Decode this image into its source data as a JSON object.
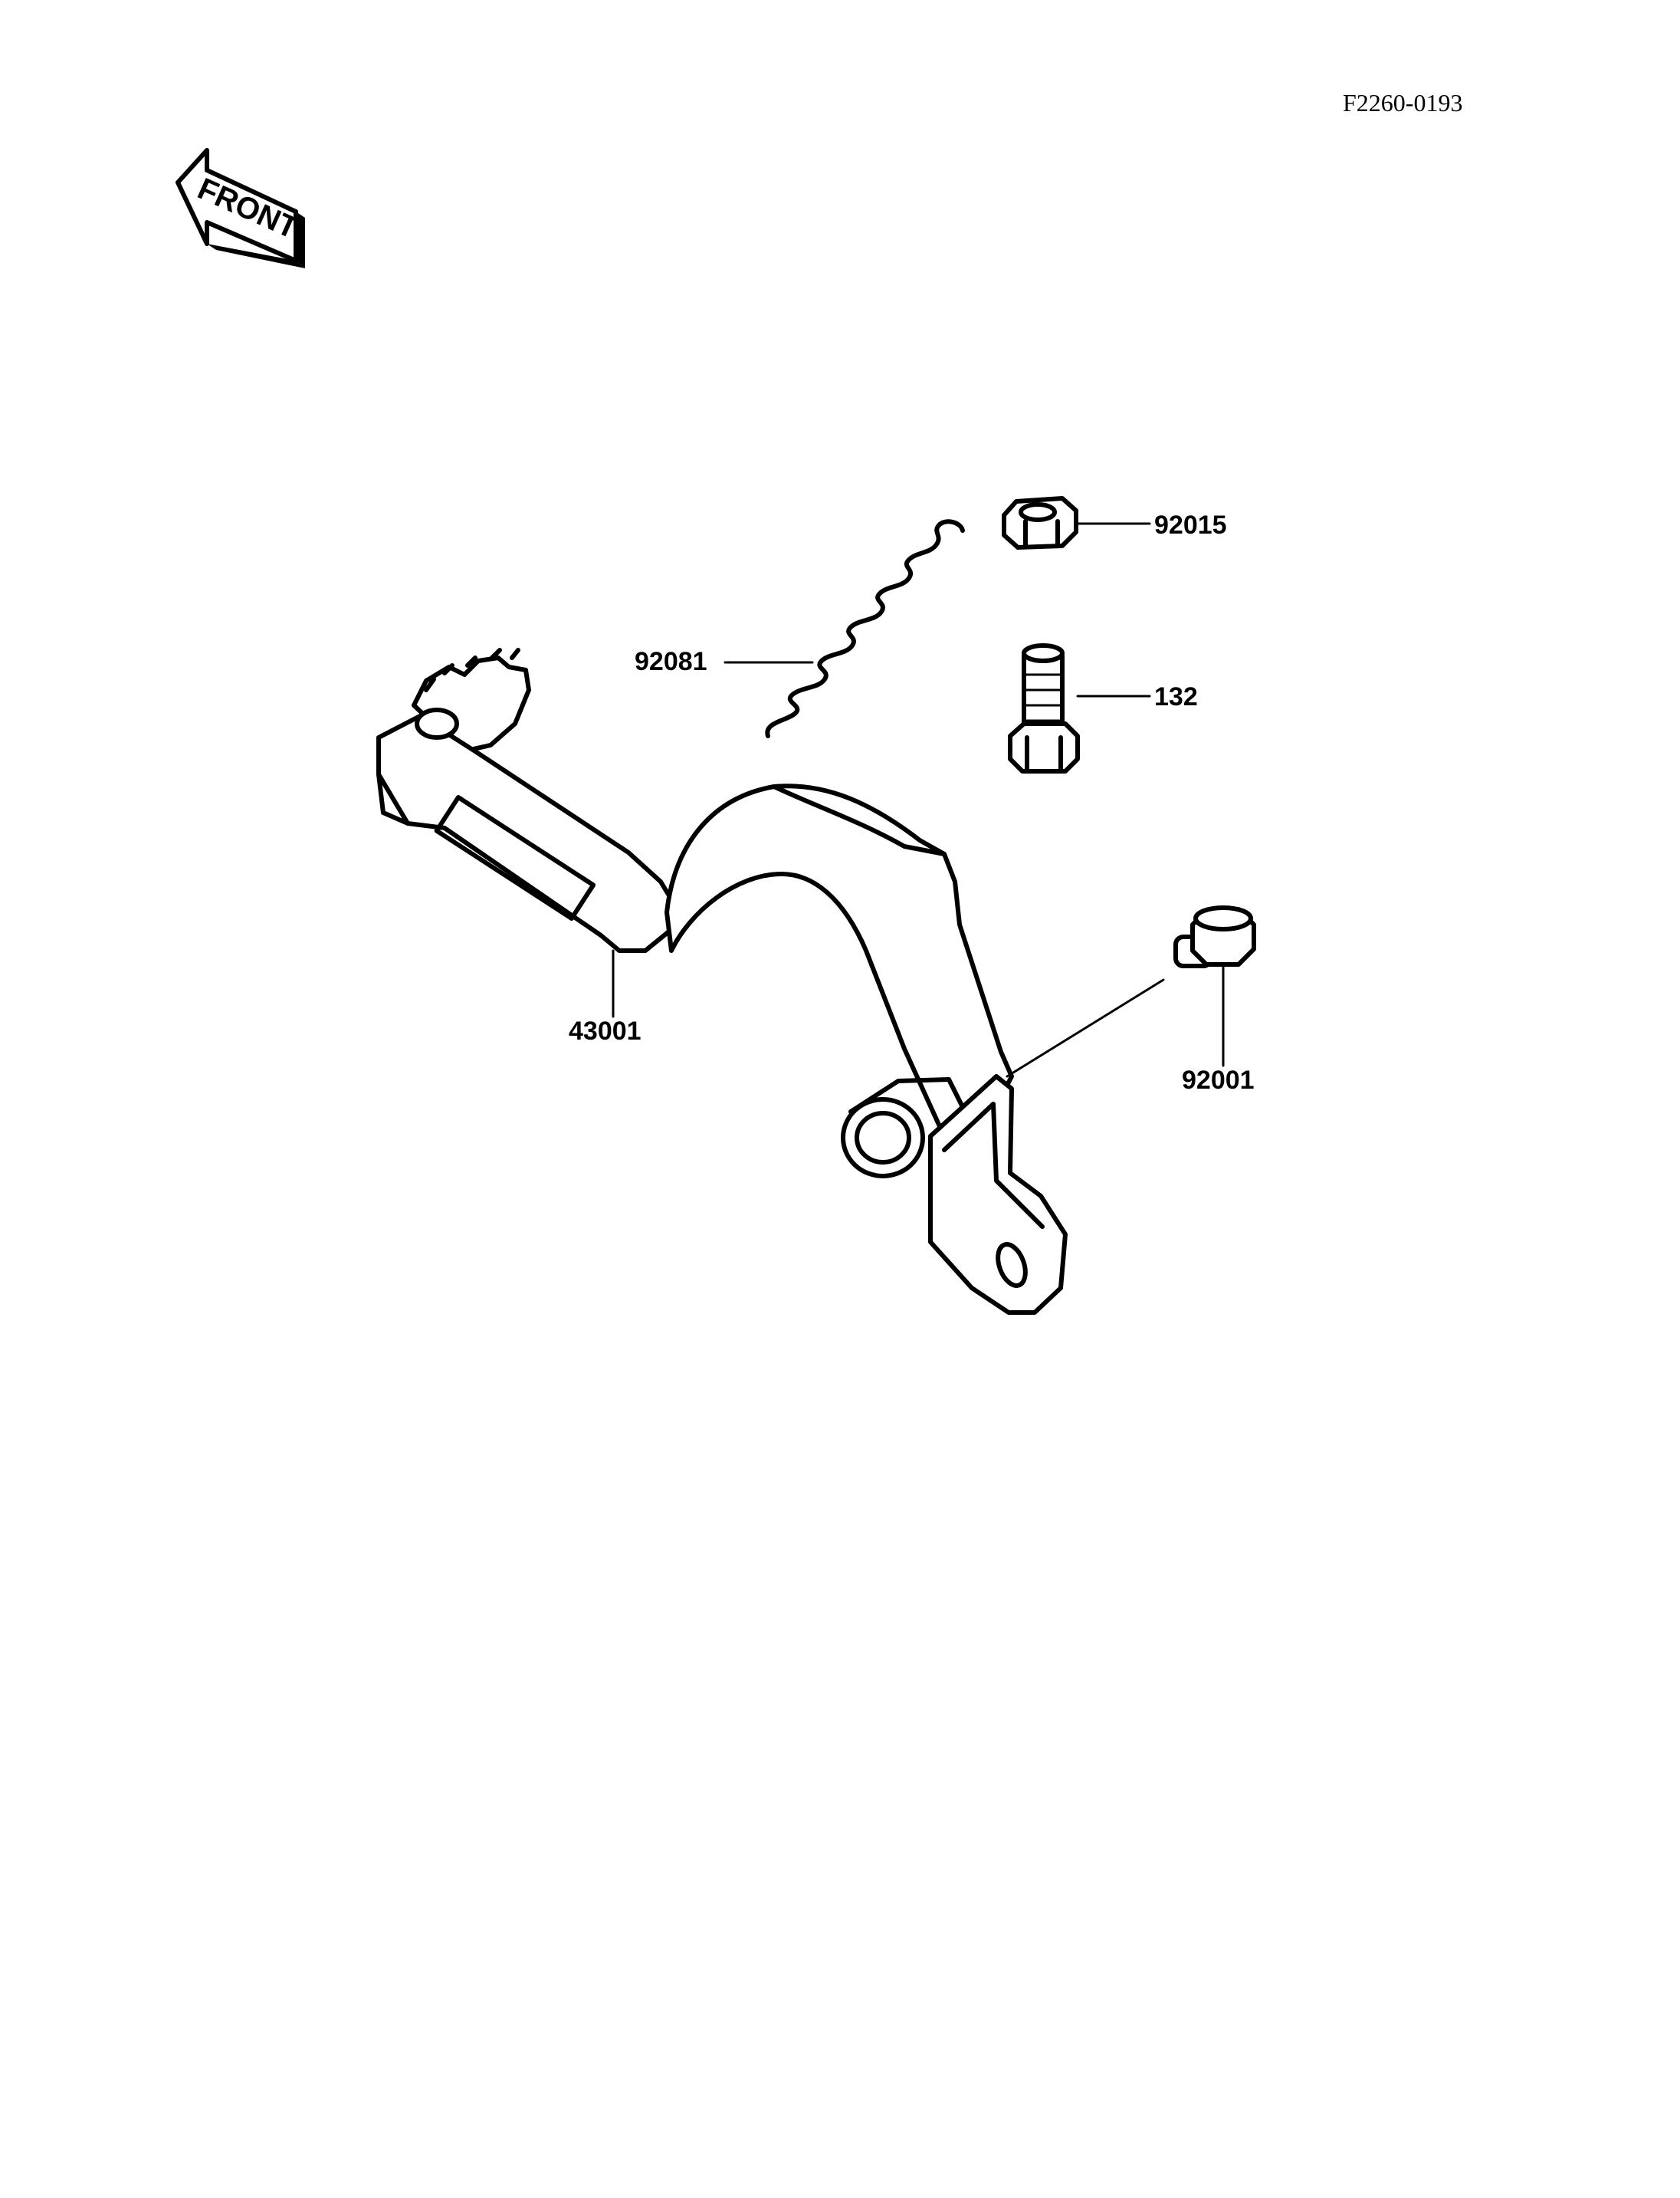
{
  "figure_ref": "F2260-0193",
  "front_indicator": {
    "label": "FRONT"
  },
  "parts": [
    {
      "number": "92015"
    },
    {
      "number": "92081"
    },
    {
      "number": "132"
    },
    {
      "number": "43001"
    },
    {
      "number": "92001"
    }
  ]
}
